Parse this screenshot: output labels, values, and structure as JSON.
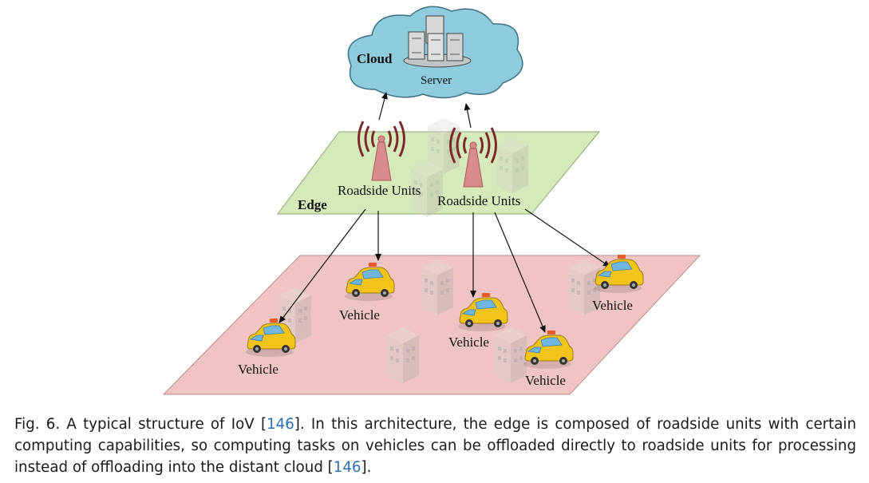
{
  "diagram": {
    "cloud_label": "Cloud",
    "server_label": "Server",
    "edge_label": "Edge",
    "roadside_units": [
      "Roadside Units",
      "Roadside Units"
    ],
    "vehicles": [
      "Vehicle",
      "Vehicle",
      "Vehicle",
      "Vehicle",
      "Vehicle"
    ],
    "colors": {
      "cloud_fill": "#8ecbdc",
      "edge_plane": "#d6e9b9",
      "ground_plane": "#f1c4c4",
      "tower": "#d98b8b",
      "car": "#f2c318"
    }
  },
  "caption": {
    "prefix": "Fig. 6.  A typical structure of IoV [",
    "ref1": "146",
    "middle": "]. In this architecture, the edge is composed of roadside units with certain computing capabilities, so computing tasks on vehicles can be offloaded directly to roadside units for processing instead of offloading into the distant cloud [",
    "ref2": "146",
    "suffix": "]."
  }
}
